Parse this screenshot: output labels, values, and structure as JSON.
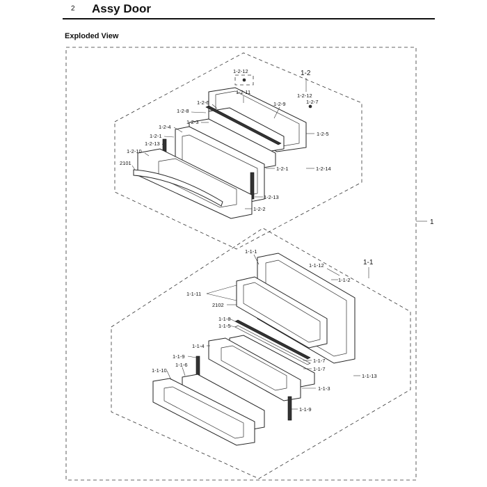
{
  "header": {
    "page_number": "2",
    "title": "Assy Door"
  },
  "view_title": "Exploded View",
  "callouts": {
    "main": "1",
    "upper_group": "1-2",
    "lower_group": "1-1"
  },
  "upper_labels": [
    "1-2-12",
    "1-2-11",
    "1-2-12",
    "1-2-7",
    "1-2-6",
    "1-2-9",
    "1-2-8",
    "1-2-3",
    "1-2-5",
    "1-2-4",
    "1-2-1",
    "1-2-13",
    "1-2-10",
    "2101",
    "1-2-1",
    "1-2-14",
    "1-2-13",
    "1-2-2"
  ],
  "lower_labels": [
    "1-1-1",
    "1-1-12",
    "1-1-2",
    "1-1-11",
    "2102",
    "1-1-8",
    "1-1-5",
    "1-1-4",
    "1-1-9",
    "1-1-7",
    "1-1-7",
    "1-1-10",
    "1-1-6",
    "1-1-13",
    "1-1-3",
    "1-1-9"
  ]
}
